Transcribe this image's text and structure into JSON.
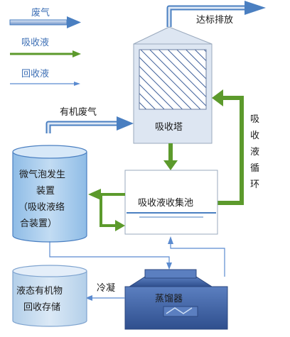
{
  "legend": {
    "waste_gas": "废气",
    "absorbent": "吸收液",
    "recycle_liquid": "回收液"
  },
  "nodes": {
    "absorber_tower": "吸收塔",
    "collection_pool": "吸收液收集池",
    "microbubble_lines": [
      "微气泡发生",
      "装置",
      "（吸收液络",
      "合装置）"
    ],
    "evaporator": "蒸馏器",
    "storage_lines": [
      "液态有机物",
      "回收存储"
    ]
  },
  "flows": {
    "emission": "达标排放",
    "organic_gas": "有机废气",
    "condense": "冷凝",
    "recycle_chars": [
      "吸",
      "收",
      "液",
      "循",
      "环"
    ]
  },
  "colors": {
    "gas_blue": "#4a7fc1",
    "liquid_green": "#5c9a2c",
    "recycle_blue": "#5b8bd0",
    "tank_fill": "#a9cdee",
    "evaporator_fill": "#3f63a8"
  }
}
